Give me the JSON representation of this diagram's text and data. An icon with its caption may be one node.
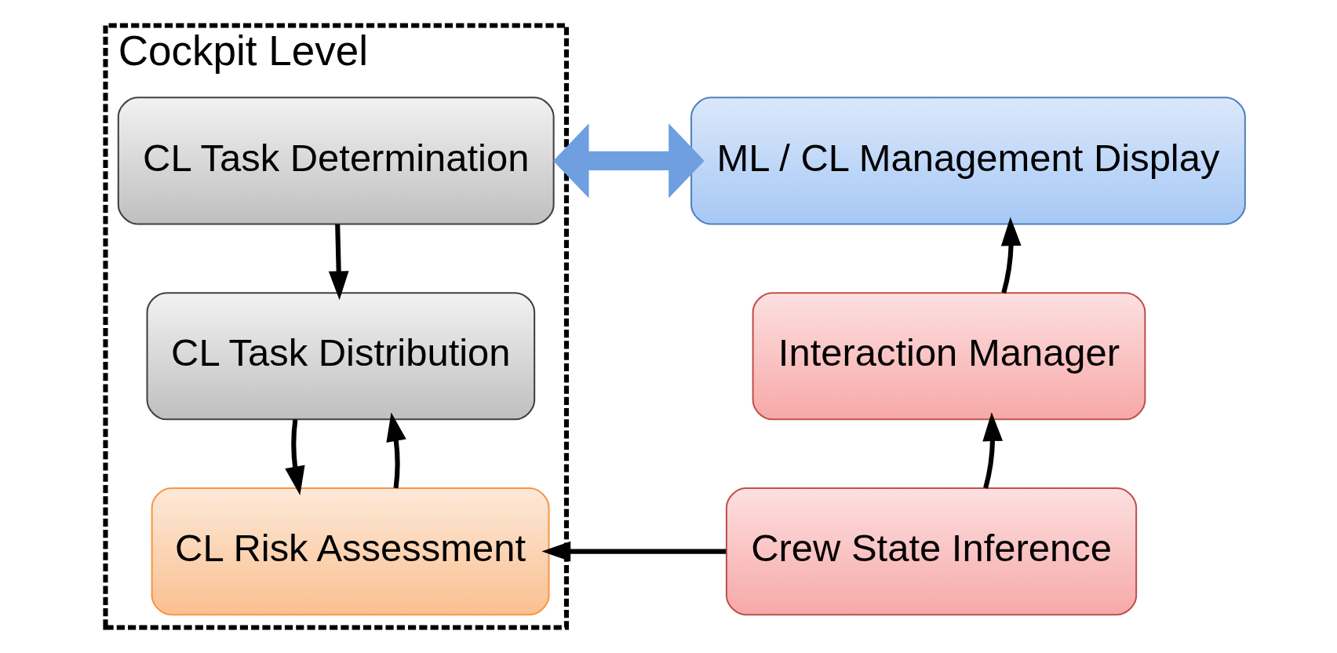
{
  "diagram": {
    "nodes": [
      {
        "text": [
          "Cockpit Level"
        ]
      },
      {
        "text": [
          "CL Task Determination"
        ],
        "in": 0
      },
      {
        "text": [
          "CL Task Distribution"
        ],
        "in": 0
      },
      {
        "text": [
          "CL Risk Assessment"
        ],
        "in": 0
      },
      {
        "text": [
          "ML / CL Management Display"
        ]
      },
      {
        "text": [
          "Interaction Manager"
        ]
      },
      {
        "text": [
          "Crew State Inference"
        ]
      }
    ],
    "edges": [
      {
        "from": 1,
        "to": 2,
        "arrow": "to"
      },
      {
        "from": 2,
        "to": 3,
        "arrow": "to"
      },
      {
        "from": 3,
        "to": 2,
        "arrow": "to"
      },
      {
        "from": 6,
        "to": 3,
        "arrow": "to"
      },
      {
        "from": 6,
        "to": 5,
        "arrow": "to"
      },
      {
        "from": 5,
        "to": 4,
        "arrow": "to"
      },
      {
        "from": 0,
        "to": 4,
        "arrow": "both",
        "style": "thick",
        "color": "#6f9fe0"
      }
    ]
  }
}
